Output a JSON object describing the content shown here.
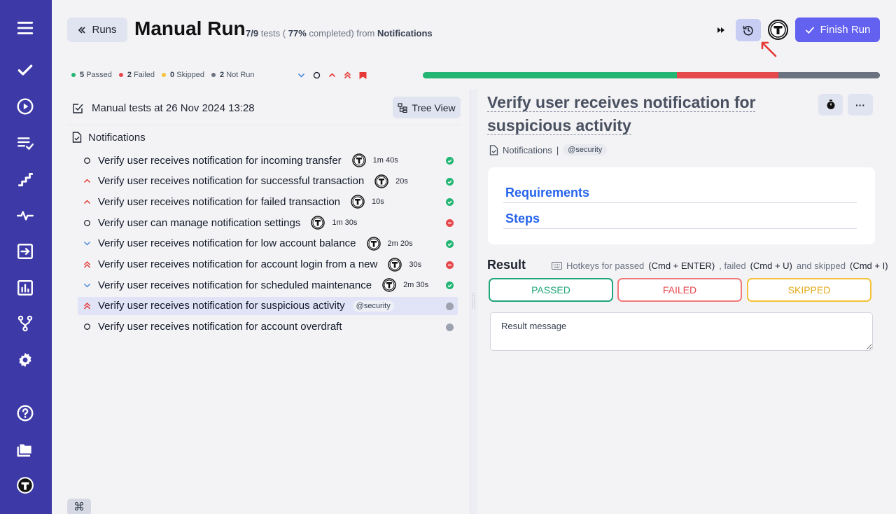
{
  "header": {
    "runs_label": "Runs",
    "title": "Manual Run",
    "summary_count": "7/9",
    "summary_tests_word": "tests (",
    "summary_percent": "77%",
    "summary_completed": "completed) from",
    "summary_suite": "Notifications",
    "finish_label": "Finish Run"
  },
  "stats": {
    "passed_count": "5",
    "passed_label": "Passed",
    "failed_count": "2",
    "failed_label": "Failed",
    "skipped_count": "0",
    "skipped_label": "Skipped",
    "notrun_count": "2",
    "notrun_label": "Not Run",
    "progress": {
      "passed_fraction": 0.556,
      "failed_fraction": 0.222,
      "notrun_fraction": 0.222
    }
  },
  "left": {
    "heading": "Manual tests at 26 Nov 2024 13:28",
    "tree_view_label": "Tree View",
    "suite_name": "Notifications",
    "tests": [
      {
        "title": "Verify user receives notification for incoming transfer",
        "priority": "normal",
        "time": "1m 40s",
        "status": "passed",
        "tag": ""
      },
      {
        "title": "Verify user receives notification for successful transaction",
        "priority": "high",
        "time": "20s",
        "status": "passed",
        "tag": ""
      },
      {
        "title": "Verify user receives notification for failed transaction",
        "priority": "high",
        "time": "10s",
        "status": "passed",
        "tag": ""
      },
      {
        "title": "Verify user can manage notification settings",
        "priority": "normal",
        "time": "1m 30s",
        "status": "failed",
        "tag": ""
      },
      {
        "title": "Verify user receives notification for low account balance",
        "priority": "low",
        "time": "2m 20s",
        "status": "passed",
        "tag": ""
      },
      {
        "title": "Verify user receives notification for account login from a new",
        "priority": "important",
        "time": "30s",
        "status": "failed",
        "tag": ""
      },
      {
        "title": "Verify user receives notification for scheduled maintenance",
        "priority": "low",
        "time": "2m 30s",
        "status": "passed",
        "tag": ""
      },
      {
        "title": "Verify user receives notification for suspicious activity",
        "priority": "important",
        "time": "",
        "status": "none",
        "tag": "@security"
      },
      {
        "title": "Verify user receives notification for account overdraft",
        "priority": "normal",
        "time": "",
        "status": "none",
        "tag": ""
      }
    ]
  },
  "detail": {
    "title": "Verify user receives notification for suspicious activity",
    "suite": "Notifications",
    "separator": "|",
    "tag": "@security",
    "more_label": "···",
    "requirements_label": "Requirements",
    "steps_label": "Steps",
    "result_label": "Result",
    "hotkeys": {
      "prefix": "Hotkeys for passed",
      "passed_key": "(Cmd + ENTER)",
      "failed_word": ", failed",
      "failed_key": "(Cmd + U)",
      "skipped_word": "and skipped",
      "skipped_key": "(Cmd + I)"
    },
    "passed_label": "PASSED",
    "failed_label": "FAILED",
    "skipped_label": "SKIPPED",
    "result_placeholder": "Result message"
  },
  "footer": {
    "cmd_symbol": "⌘"
  },
  "colors": {
    "sidebar": "#3d3aa7",
    "accent": "#6361ef",
    "passed": "#22b573",
    "failed": "#e5484d",
    "skipped": "#f3c13a",
    "notrun": "#6b7280"
  }
}
